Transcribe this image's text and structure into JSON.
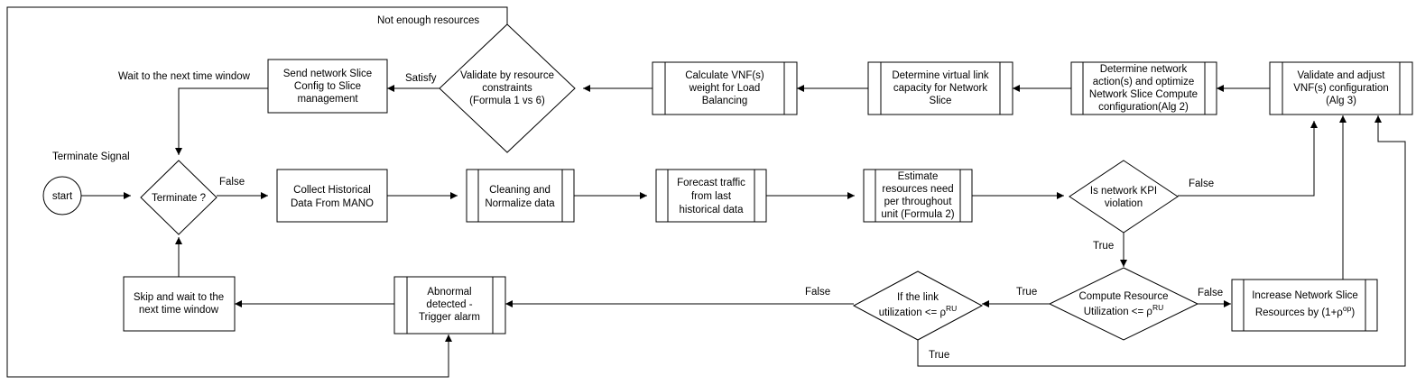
{
  "nodes": {
    "start": [
      "start"
    ],
    "terminate": [
      "Terminate ?"
    ],
    "collect": [
      "Collect Historical",
      "Data From MANO"
    ],
    "cleaning": [
      "Cleaning and",
      "Normalize data"
    ],
    "forecast": [
      "Forecast traffic",
      "from last",
      "historical data"
    ],
    "estimate": [
      "Estimate",
      "resources need",
      "per throughout",
      "unit (Formula 2)"
    ],
    "kpi": [
      "Is network KPI",
      "violation"
    ],
    "validate_adjust": [
      "Validate and adjust",
      "VNF(s) configuration",
      "(Alg 3)"
    ],
    "determine_action": [
      "Determine network",
      "action(s) and optimize",
      "Network Slice Compute",
      "configuration(Alg 2)"
    ],
    "determine_link": [
      "Determine virtual link",
      "capacity for Network",
      "Slice"
    ],
    "calc_vnf": [
      "Calculate VNF(s)",
      "weight for Load",
      "Balancing"
    ],
    "validate_resource": [
      "Validate by resource",
      "constraints",
      "(Formula 1 vs 6)"
    ],
    "send_config": [
      "Send network Slice",
      "Config to Slice",
      "management"
    ],
    "compute_util": {
      "line1": "Compute Resource",
      "line2": "Utilization <= ρ",
      "sup": "RU"
    },
    "link_util": {
      "line1": "If the link",
      "line2": "utilization <= ρ",
      "sup": "RU"
    },
    "increase": {
      "line1": "Increase Network Slice",
      "line2": "Resources by (1+ρ",
      "sup": "op",
      "close": ")"
    },
    "abnormal": [
      "Abnormal",
      "detected -",
      "Trigger alarm"
    ],
    "skip": [
      "Skip and wait to the",
      "next time window"
    ]
  },
  "labels": {
    "terminate_signal": "Terminate Signal",
    "wait_next": "Wait to the next time window",
    "not_enough": "Not enough resources",
    "satisfy": "Satisfy",
    "false_terminate": "False",
    "false_kpi": "False",
    "true_kpi": "True",
    "true_compute": "True",
    "false_compute": "False",
    "false_link": "False",
    "true_link": "True"
  }
}
